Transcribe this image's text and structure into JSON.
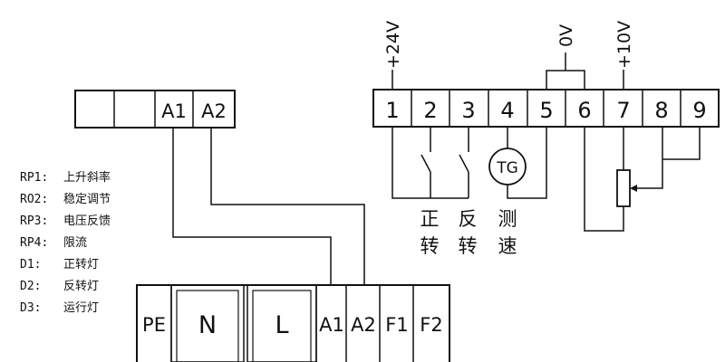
{
  "top_left_block": {
    "a1": "A1",
    "a2": "A2"
  },
  "top_right_block": {
    "terminals": [
      "1",
      "2",
      "3",
      "4",
      "5",
      "6",
      "7",
      "8",
      "9"
    ],
    "plus24v": "+24V",
    "zero_v": "0V",
    "plus10v": "+10V",
    "tg": "TG",
    "forward": [
      "正",
      "转"
    ],
    "reverse": [
      "反",
      "转"
    ],
    "speed": [
      "测",
      "速"
    ]
  },
  "legend": [
    {
      "key": "RP1:",
      "value": "上升斜率"
    },
    {
      "key": "RO2:",
      "value": "稳定调节"
    },
    {
      "key": "RP3:",
      "value": "电压反馈"
    },
    {
      "key": "RP4:",
      "value": "限流"
    },
    {
      "key": "D1:",
      "value": "正转灯"
    },
    {
      "key": "D2:",
      "value": "反转灯"
    },
    {
      "key": "D3:",
      "value": "运行灯"
    }
  ],
  "bottom_block": {
    "pe": "PE",
    "n": "N",
    "l": "L",
    "a1": "A1",
    "a2": "A2",
    "f1": "F1",
    "f2": "F2"
  }
}
